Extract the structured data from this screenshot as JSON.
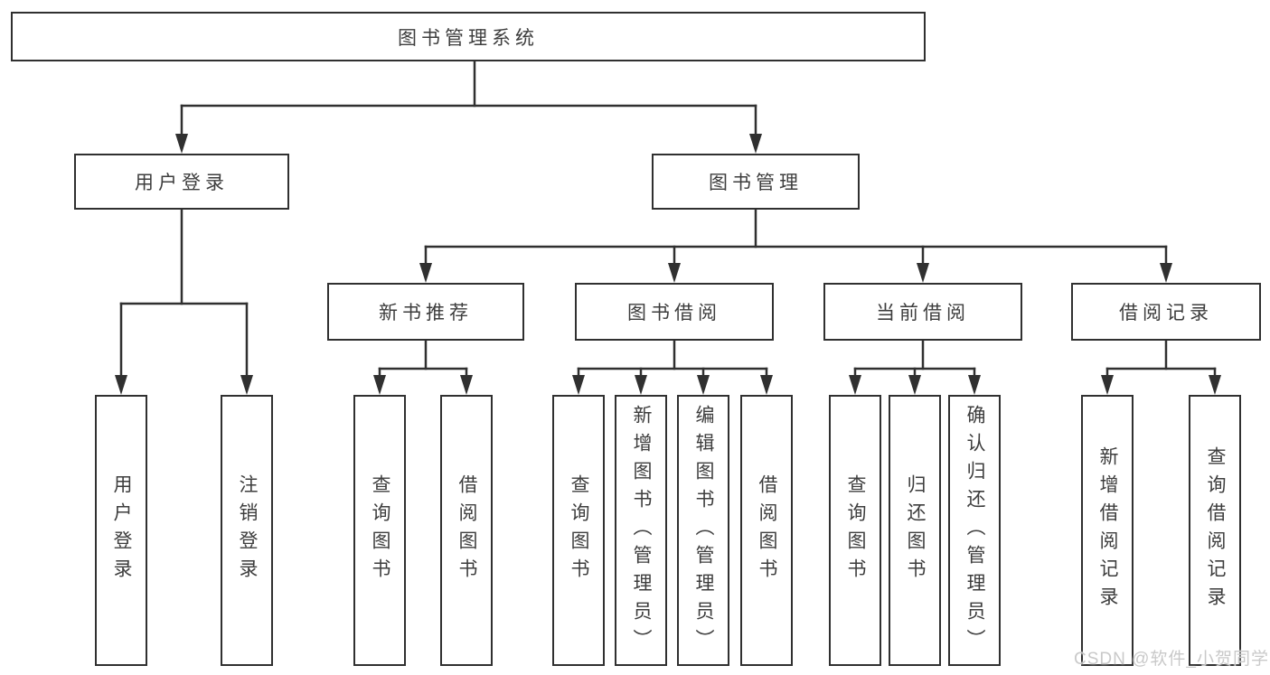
{
  "diagram": {
    "root_label": "图书管理系统",
    "groups": [
      {
        "label": "用户登录",
        "leaves": [
          "用户登录",
          "注销登录"
        ]
      },
      {
        "label": "图书管理",
        "subgroups": [
          {
            "label": "新书推荐",
            "leaves": [
              "查询图书",
              "借阅图书"
            ]
          },
          {
            "label": "图书借阅",
            "leaves": [
              "查询图书",
              "新增图书（管理员）",
              "编辑图书（管理员）",
              "借阅图书"
            ]
          },
          {
            "label": "当前借阅",
            "leaves": [
              "查询图书",
              "归还图书",
              "确认归还（管理员）"
            ]
          },
          {
            "label": "借阅记录",
            "leaves": [
              "新增借阅记录",
              "查询借阅记录"
            ]
          }
        ]
      }
    ]
  },
  "watermark": {
    "text": "CSDN @软件_小贺同学",
    "color": "#c9c9c9"
  },
  "colors": {
    "ink": "#303030",
    "label_text": "#3d3d3d",
    "background": "#ffffff"
  }
}
